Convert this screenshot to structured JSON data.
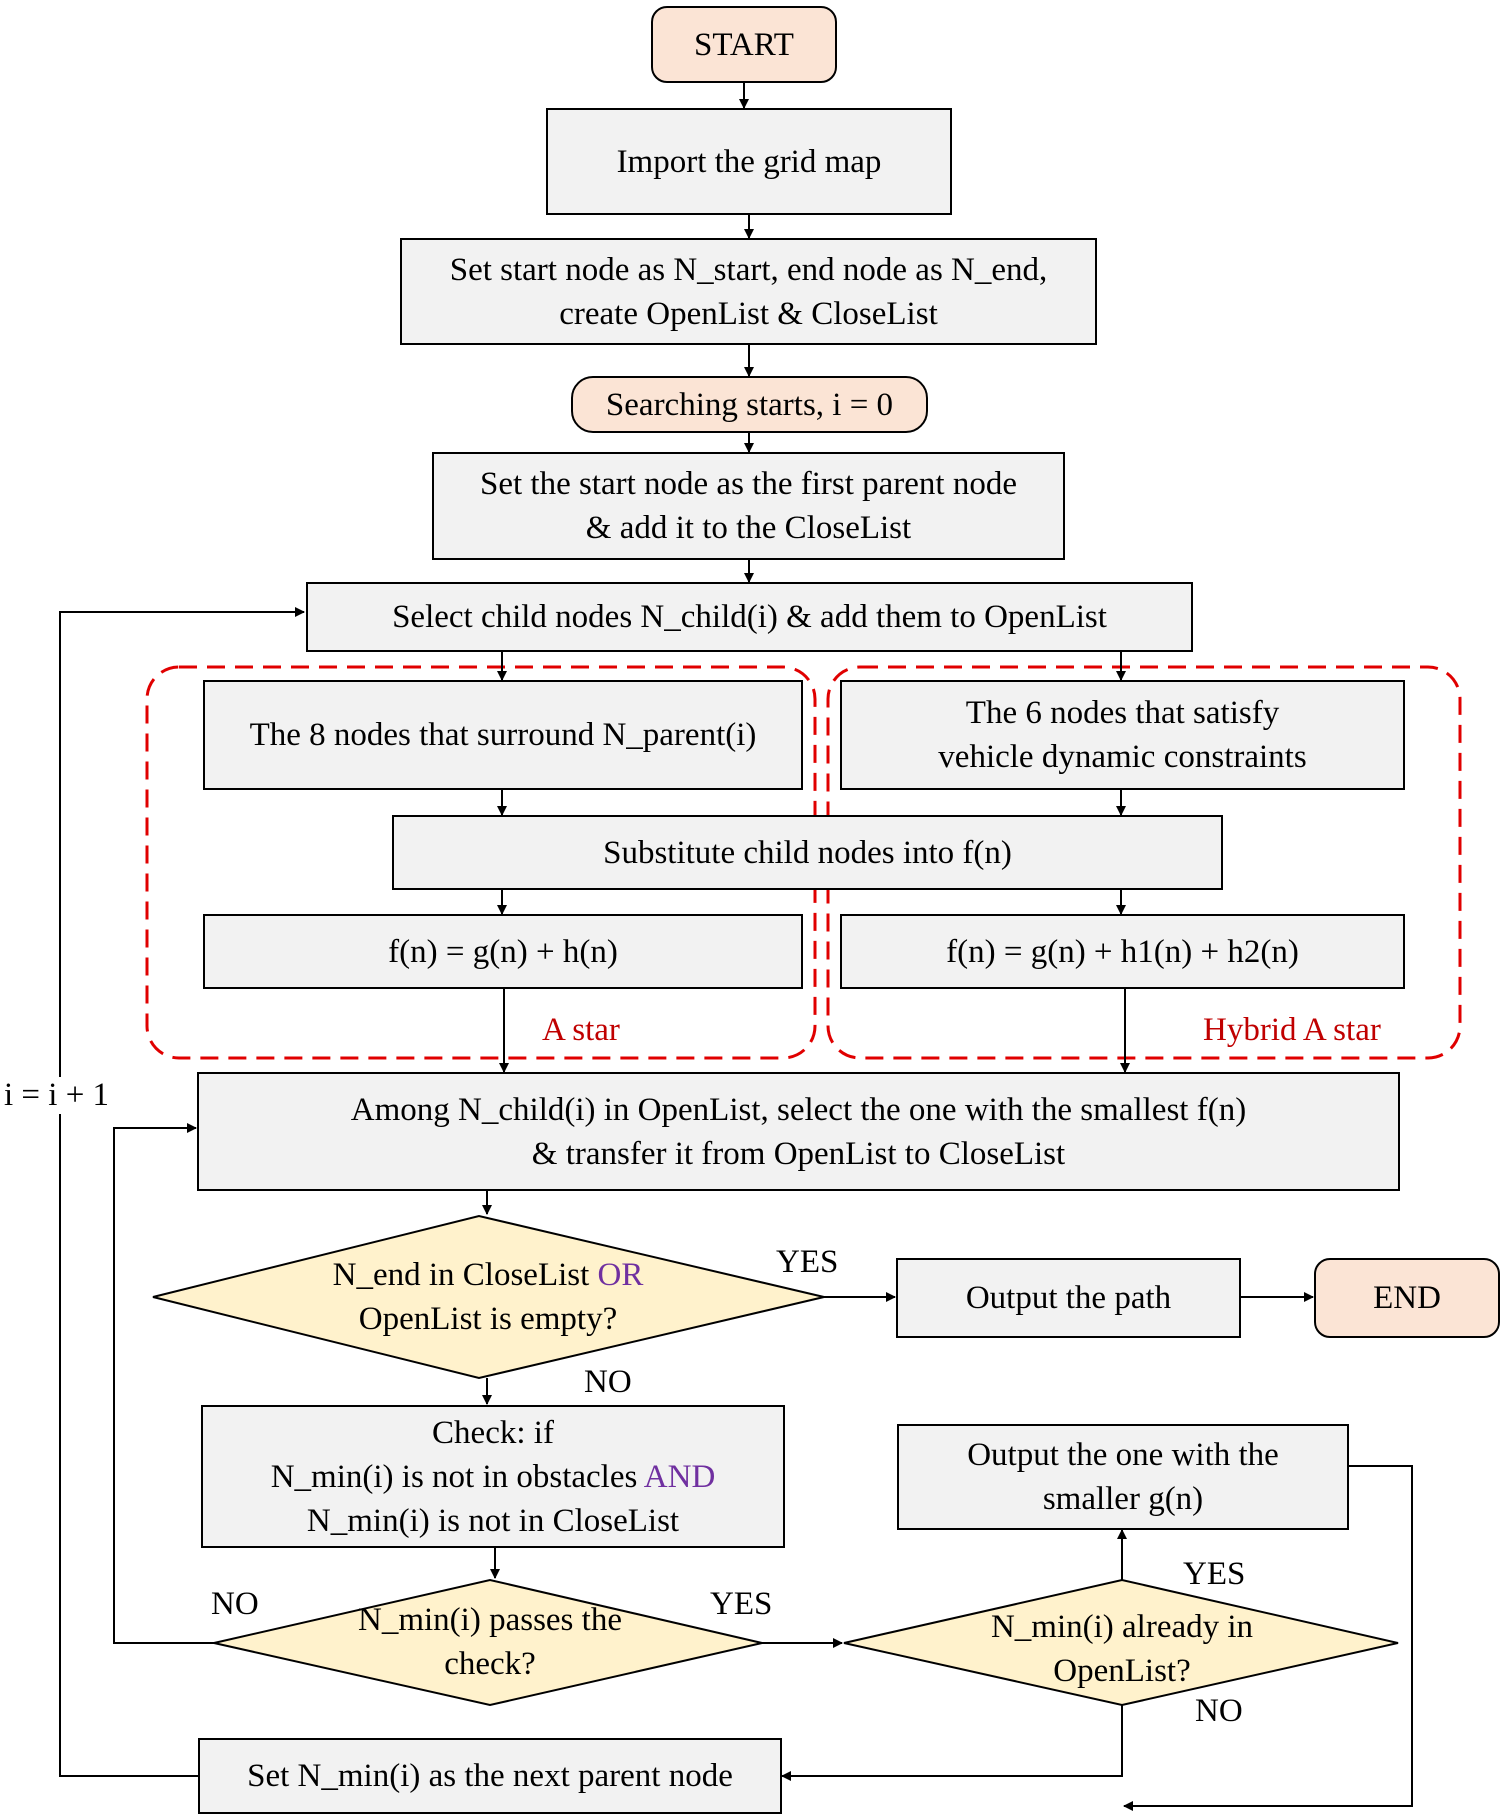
{
  "nodes": {
    "start": "START",
    "import": "Import the grid map",
    "set_line1": "Set start node as N_start, end node as N_end,",
    "set_line2": "create OpenList & CloseList",
    "searching": "Searching starts, i = 0",
    "parent_line1": "Set the start node as the first parent node",
    "parent_line2": "& add it to the CloseList",
    "select_child": "Select child nodes N_child(i) & add them to OpenList",
    "eight_nodes": "The 8 nodes that surround N_parent(i)",
    "six_line1": "The 6 nodes that satisfy",
    "six_line2": "vehicle dynamic constraints",
    "substitute": "Substitute child nodes into f(n)",
    "f_astar": "f(n) = g(n) + h(n)",
    "f_hybrid": "f(n) = g(n) + h1(n) + h2(n)",
    "among_line1": "Among N_child(i) in OpenList, select the one with the smallest f(n)",
    "among_line2": "& transfer it from OpenList to CloseList",
    "decision1_part1": "N_end in CloseList ",
    "decision1_or": "OR",
    "decision1_line2": "OpenList is empty?",
    "output_path": "Output the path",
    "end": "END",
    "check_line1": "Check: if",
    "check_line2a": "N_min(i) is not in obstacles ",
    "check_and": "AND",
    "check_line3": "N_min(i) is not in CloseList",
    "output_smaller_line1": "Output the one with the",
    "output_smaller_line2": "smaller g(n)",
    "passes_line1": "N_min(i) passes the",
    "passes_line2": "check?",
    "already_line1": "N_min(i) already in",
    "already_line2": "OpenList?",
    "next_parent": "Set N_min(i) as the next parent node"
  },
  "labels": {
    "astar": "A star",
    "hybrid": "Hybrid A star",
    "increment": "i = i + 1",
    "yes1": "YES",
    "no1": "NO",
    "no2": "NO",
    "yes2": "YES",
    "yes3": "YES",
    "no3": "NO"
  },
  "colors": {
    "process_fill": "#f2f2f2",
    "terminal_fill": "#fbe4d5",
    "decision_fill": "#fff2cc",
    "dashed_group": "#e00000",
    "group_label": "#c00000",
    "keyword": "#7030a0"
  }
}
